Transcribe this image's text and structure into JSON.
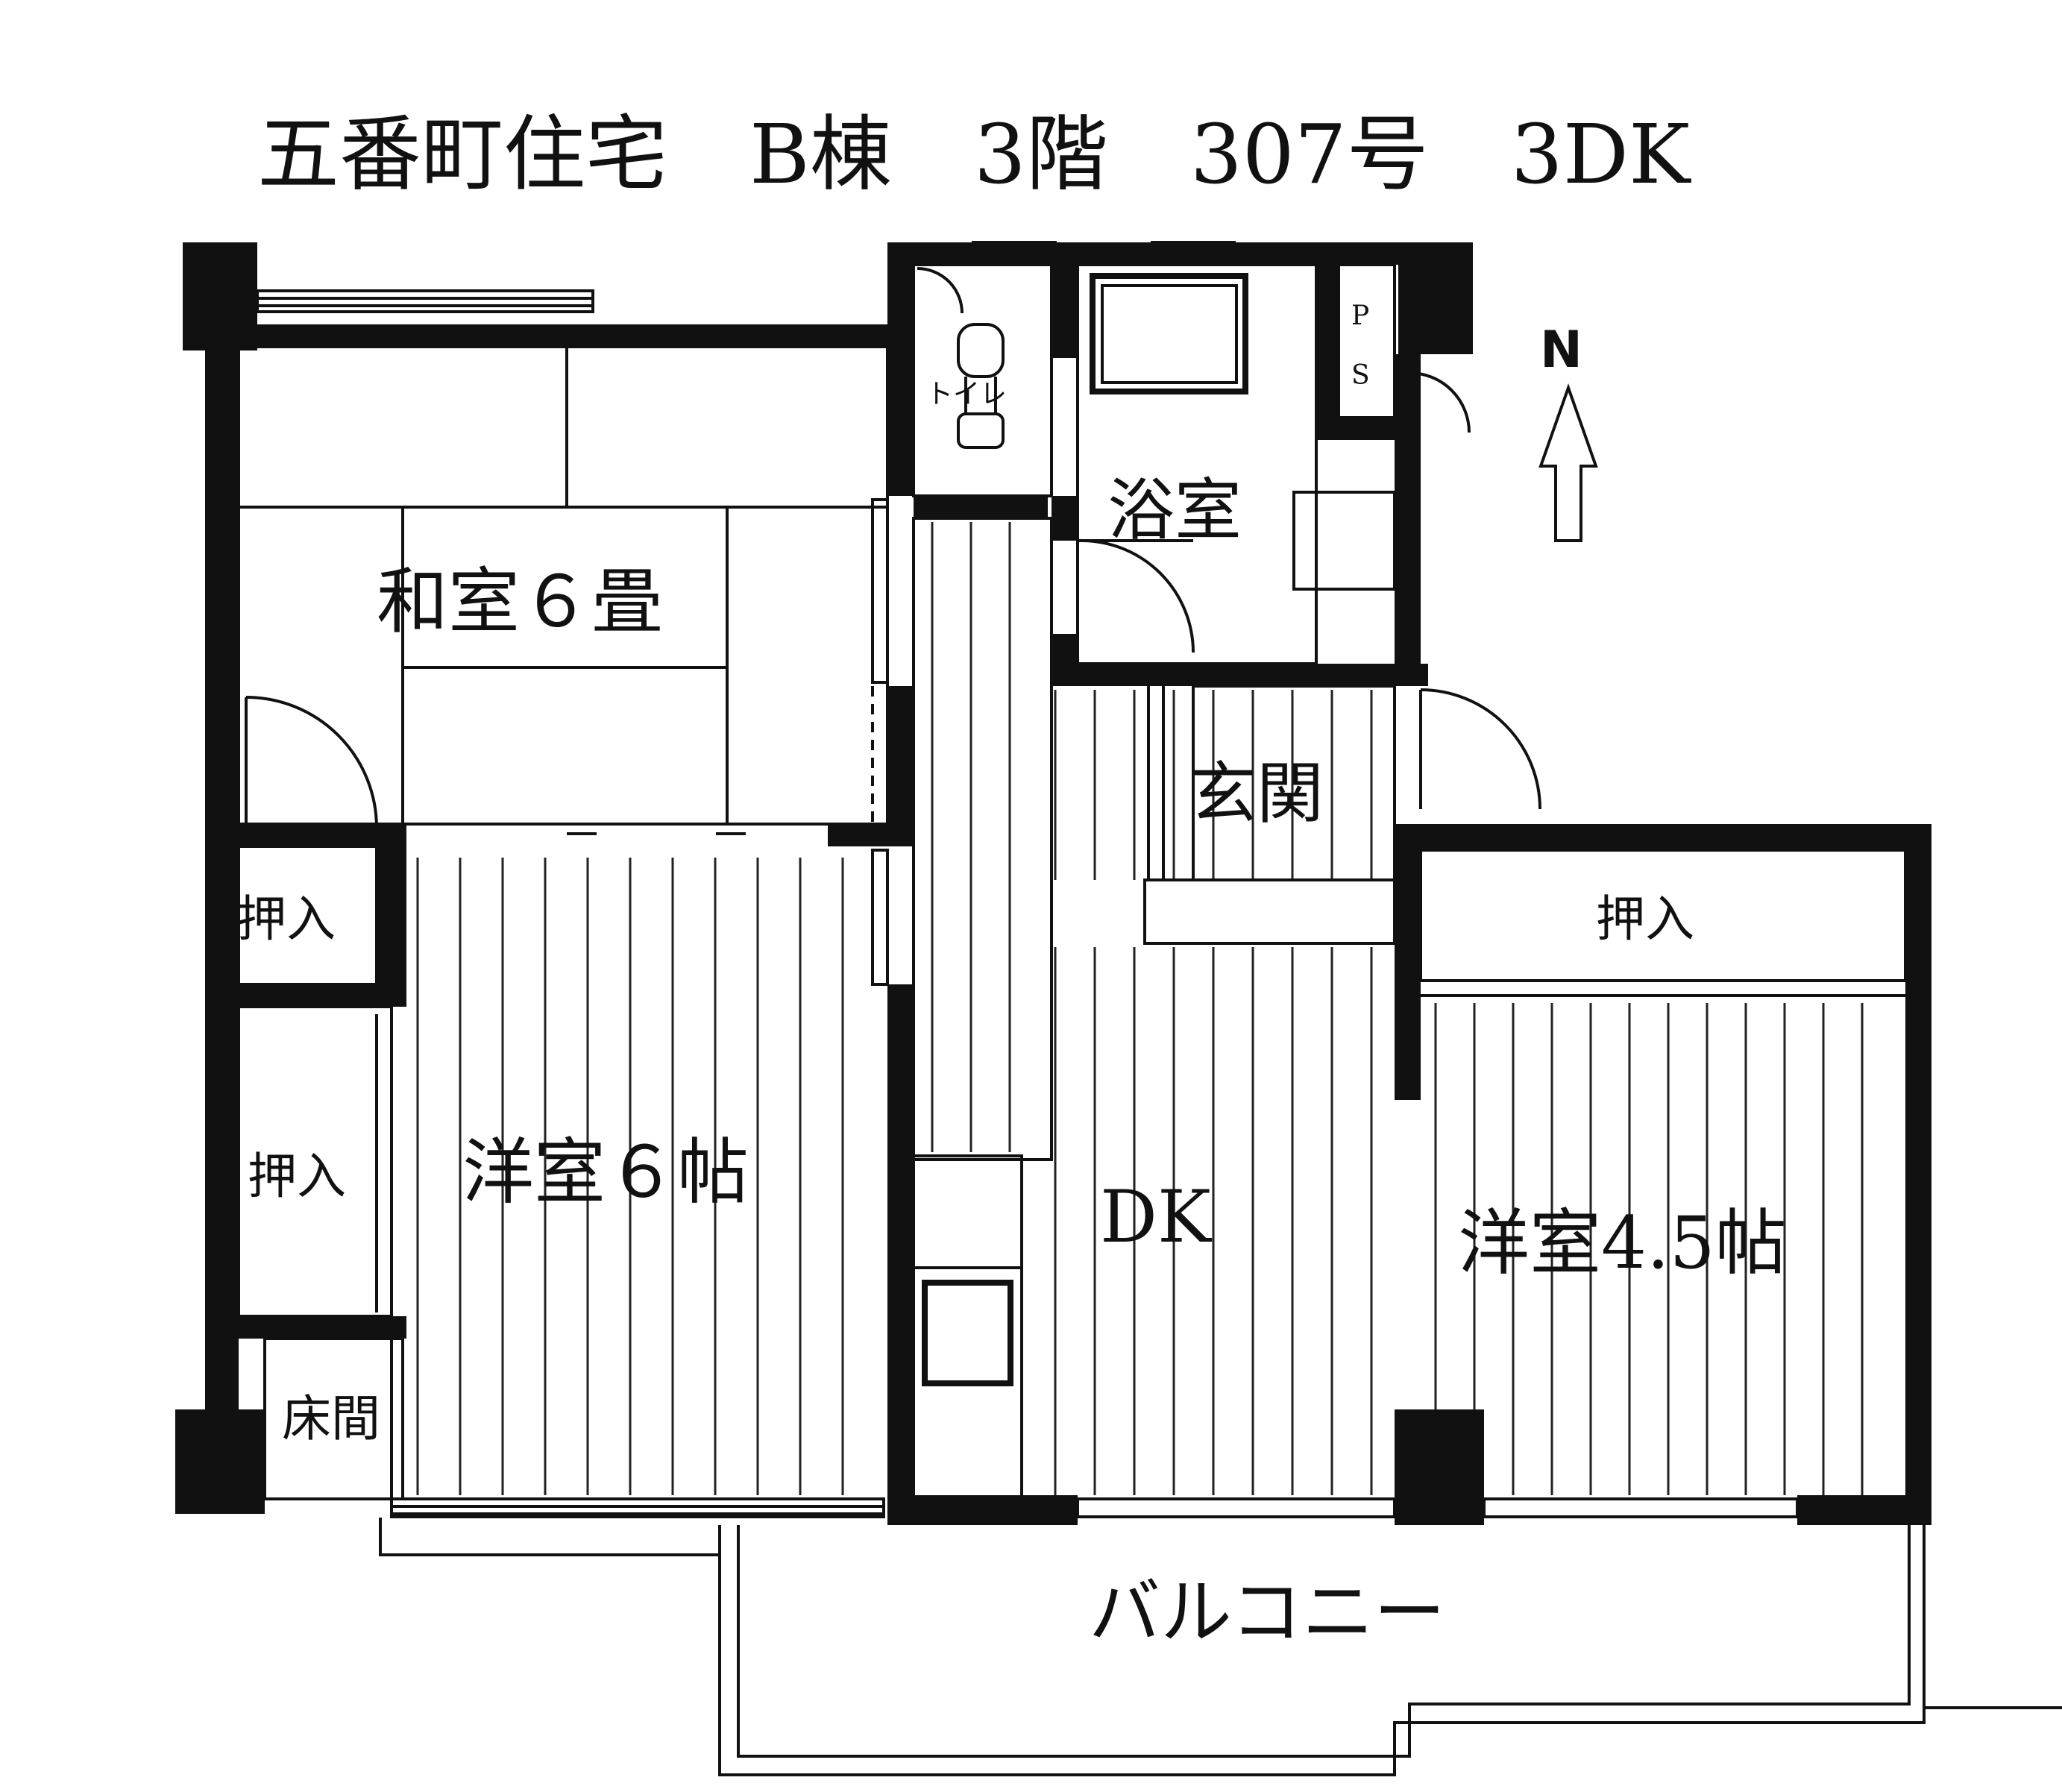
{
  "title": "五番町住宅　B棟　3階　307号　3DK",
  "compass": {
    "label": "N",
    "icon": "north-arrow-icon"
  },
  "rooms": {
    "washitsu": "和室６畳",
    "toilet": "トイレ",
    "bath": "浴室",
    "ps": "PS",
    "genkan": "玄関",
    "oshiire_1": "押入",
    "oshiire_2": "押入",
    "oshiire_3": "押入",
    "tokonoma": "床間",
    "yoshitsu_6": "洋室６帖",
    "dk": "DK",
    "yoshitsu_45": "洋室4.5帖",
    "balcony": "バルコニー"
  },
  "colors": {
    "ink": "#111111",
    "paper": "#ffffff"
  }
}
